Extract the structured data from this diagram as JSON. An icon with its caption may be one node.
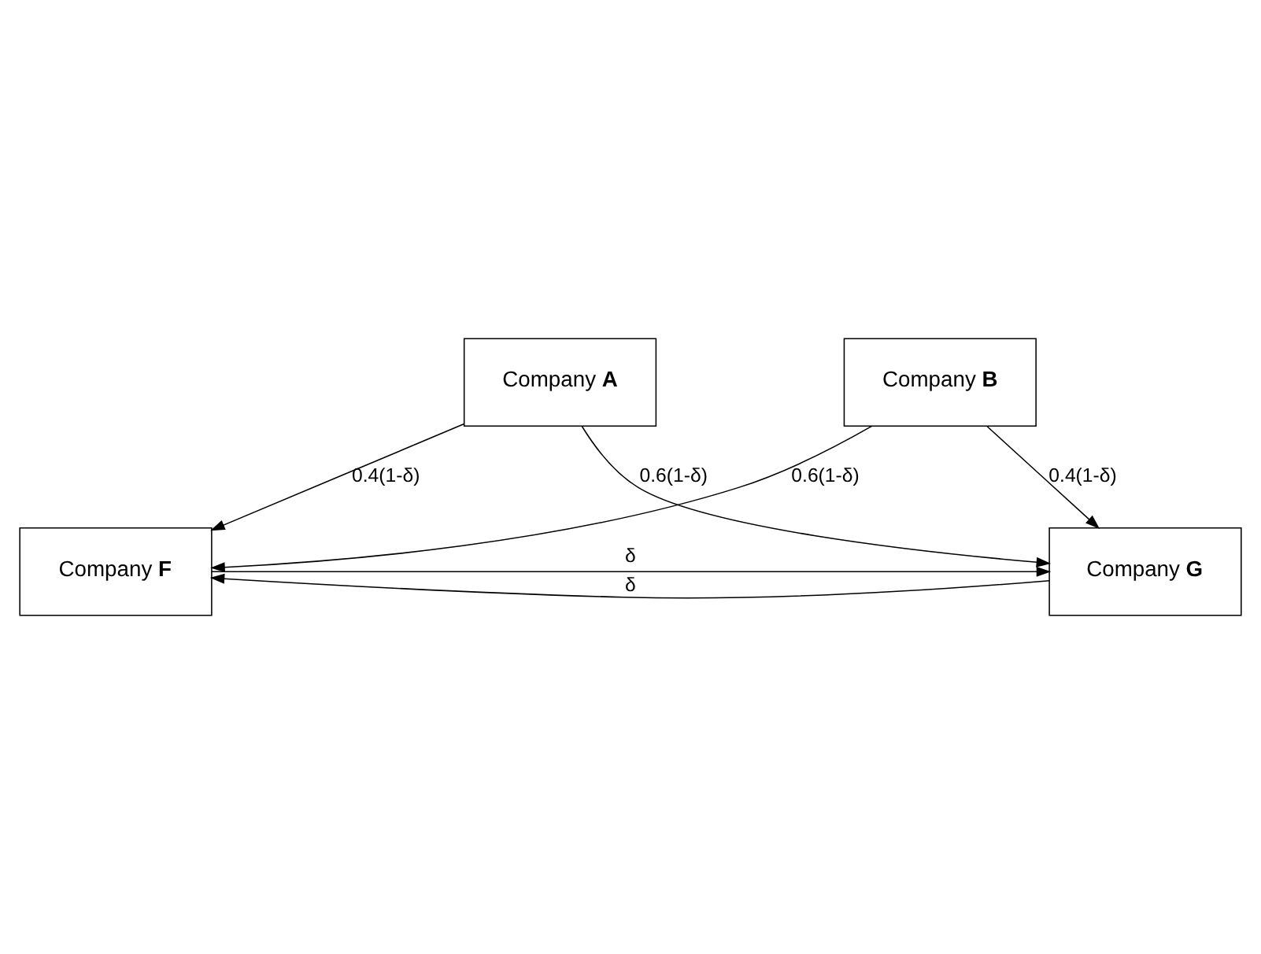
{
  "diagram": {
    "nodes": [
      {
        "text": [
          "Company **A**"
        ]
      },
      {
        "text": [
          "Company **F**"
        ]
      },
      {
        "text": [
          "Company **G**"
        ]
      },
      {
        "text": [
          "Company **B**"
        ]
      }
    ],
    "edges": [
      {
        "from": 0,
        "to": 1,
        "arrow": "to",
        "label": "0.4(1-δ)"
      },
      {
        "from": 0,
        "to": 2,
        "arrow": "to",
        "label": "0.6(1-δ)"
      },
      {
        "from": 1,
        "to": 2,
        "arrow": "to",
        "label": "δ"
      },
      {
        "from": 2,
        "to": 1,
        "arrow": "to",
        "label": "δ"
      },
      {
        "from": 3,
        "to": 1,
        "arrow": "to",
        "label": "0.6(1-δ)"
      },
      {
        "from": 3,
        "to": 2,
        "arrow": "to",
        "label": "0.4(1-δ)"
      }
    ]
  }
}
